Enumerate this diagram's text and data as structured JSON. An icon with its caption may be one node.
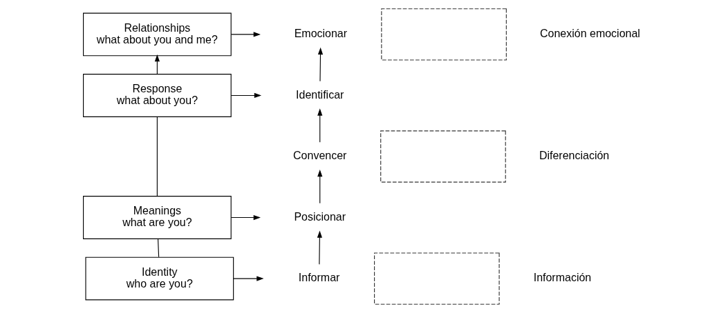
{
  "diagram": {
    "nodes": [
      {
        "text": [
          "Relationships",
          "what about you and me?"
        ]
      },
      {
        "text": [
          "Response",
          "what about you?"
        ]
      },
      {
        "text": [
          "Meanings",
          "what are you?"
        ]
      },
      {
        "text": [
          "Identity",
          "who are you?"
        ]
      },
      {
        "text": [],
        "shape": "box",
        "beside": [
          "Conexión emocional"
        ]
      },
      {
        "text": [],
        "shape": "box",
        "beside": [
          "Diferenciación"
        ]
      },
      {
        "text": [],
        "shape": "box",
        "beside": [
          "Información"
        ]
      },
      {
        "text": [
          "Emocionar"
        ]
      },
      {
        "text": [
          "Identificar"
        ]
      },
      {
        "text": [
          "Convencer"
        ]
      },
      {
        "text": [
          "Posicionar"
        ]
      },
      {
        "text": [
          "Informar"
        ]
      }
    ],
    "edges": [
      {
        "from": 3,
        "to": 2,
        "arrow": "none"
      },
      {
        "from": 2,
        "to": 1,
        "arrow": "none"
      },
      {
        "from": 1,
        "to": 0,
        "arrow": "to"
      },
      {
        "from": 0,
        "to": null,
        "arrow": "to"
      },
      {
        "from": 1,
        "to": null,
        "arrow": "to"
      },
      {
        "from": 2,
        "to": null,
        "arrow": "to"
      },
      {
        "from": 3,
        "to": null,
        "arrow": "to"
      },
      {
        "from": 11,
        "to": 10,
        "arrow": "to"
      },
      {
        "from": 10,
        "to": 9,
        "arrow": "to"
      },
      {
        "from": 9,
        "to": 8,
        "arrow": "to"
      },
      {
        "from": 8,
        "to": 7,
        "arrow": "to"
      }
    ]
  }
}
